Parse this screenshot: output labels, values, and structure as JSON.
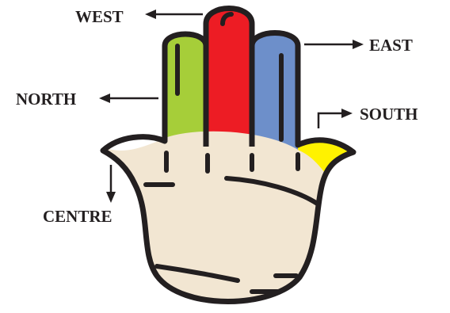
{
  "labels": {
    "west": "WEST",
    "east": "EAST",
    "north": "NORTH",
    "south": "SOUTH",
    "centre": "CENTRE"
  },
  "colors": {
    "north_finger": "#a6ce39",
    "west_finger": "#ed1c24",
    "east_finger": "#6d8fca",
    "south_petal": "#fff200",
    "palm": "#f2e6d2",
    "outline": "#231f20"
  }
}
